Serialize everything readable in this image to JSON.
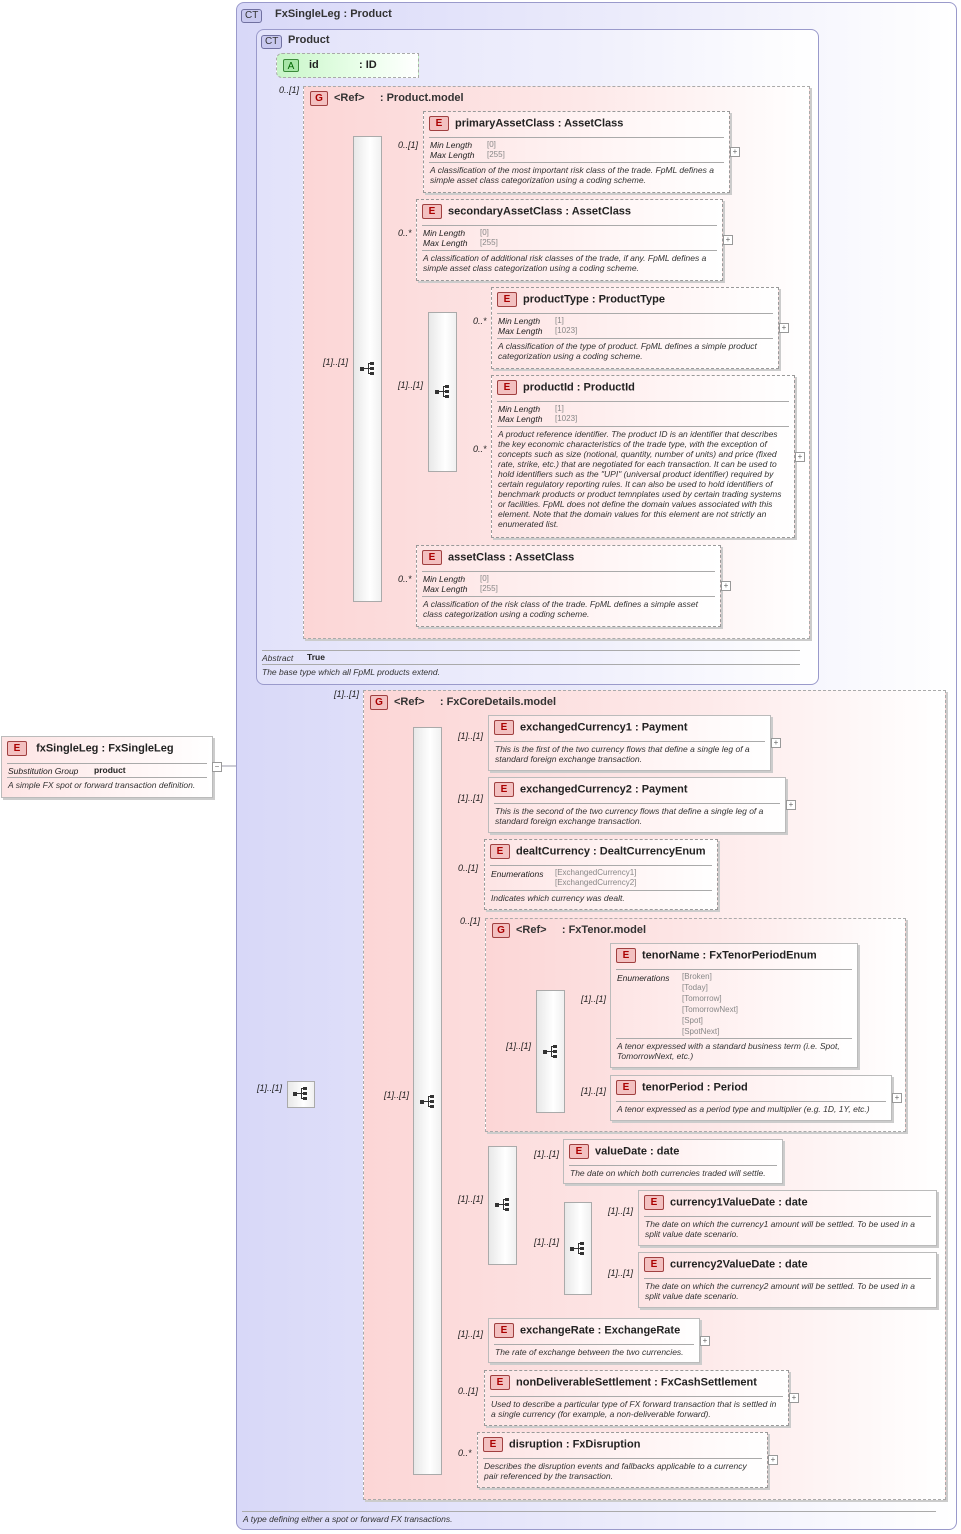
{
  "root_element": {
    "kind": "E",
    "name": "fxSingleLeg",
    "type": "FxSingleLeg",
    "subst_label": "Substitution Group",
    "subst_value": "product",
    "doc": "A simple FX spot or forward transaction definition."
  },
  "outer_type": {
    "kind": "CT",
    "name": "FxSingleLeg",
    "base": "Product",
    "doc": "A type defining either a spot or forward FX transactions."
  },
  "product_type": {
    "kind": "CT",
    "name": "Product",
    "abstract_label": "Abstract",
    "abstract_value": "True",
    "doc": "The base type which all FpML products extend.",
    "attr": {
      "kind": "A",
      "name": "id",
      "type": ": ID",
      "card": "0..[1]"
    },
    "group": {
      "kind": "G",
      "ref": "<Ref>",
      "name": ": Product.model",
      "seq_card": "[1]..[1]",
      "inner_seq_card": "[1]..[1]",
      "elements": {
        "primaryAssetClass": {
          "kind": "E",
          "name": "primaryAssetClass",
          "type": "AssetClass",
          "card": "0..[1]",
          "f1": "Min Length",
          "v1": "[0]",
          "f2": "Max Length",
          "v2": "[255]",
          "doc": "A classification of the most important risk class of the trade. FpML defines a simple asset class categorization using a coding scheme."
        },
        "secondaryAssetClass": {
          "kind": "E",
          "name": "secondaryAssetClass",
          "type": "AssetClass",
          "card": "0..*",
          "f1": "Min Length",
          "v1": "[0]",
          "f2": "Max Length",
          "v2": "[255]",
          "doc": "A classification of additional risk classes of the trade, if any. FpML defines a simple asset class categorization using a coding scheme."
        },
        "productType": {
          "kind": "E",
          "name": "productType",
          "type": "ProductType",
          "card": "0..*",
          "f1": "Min Length",
          "v1": "[1]",
          "f2": "Max Length",
          "v2": "[1023]",
          "doc": "A classification of the type of product. FpML defines a simple product categorization using a coding scheme."
        },
        "productId": {
          "kind": "E",
          "name": "productId",
          "type": "ProductId",
          "card": "0..*",
          "f1": "Min Length",
          "v1": "[1]",
          "f2": "Max Length",
          "v2": "[1023]",
          "doc": "A product reference identifier. The product ID is an identifier that describes the key economic characteristics of the trade type, with the exception of concepts such as size (notional, quantity, number of units) and price (fixed rate, strike, etc.) that are negotiated for each transaction. It can be used to hold identifiers such as the \"UPI\" (universal product identifier) required by certain regulatory reporting rules. It can also be used to hold identifiers of benchmark products or product temnplates used by certain trading systems or facilities. FpML does not define the domain values associated with this element. Note that the domain values for this element are not strictly an enumerated list."
        },
        "assetClass": {
          "kind": "E",
          "name": "assetClass",
          "type": "AssetClass",
          "card": "0..*",
          "f1": "Min Length",
          "v1": "[0]",
          "f2": "Max Length",
          "v2": "[255]",
          "doc": "A classification of the risk class of the trade. FpML defines a simple asset class categorization using a coding scheme."
        }
      }
    }
  },
  "fxcore": {
    "kind": "G",
    "ref": "<Ref>",
    "name": ": FxCoreDetails.model",
    "group_card": "[1]..[1]",
    "ext_seq_card": "[1]..[1]",
    "seq_card": "[1]..[1]",
    "exchangedCurrency1": {
      "kind": "E",
      "name": "exchangedCurrency1",
      "type": "Payment",
      "card": "[1]..[1]",
      "doc": "This is the first of the two currency flows that define a single leg of a standard foreign exchange transaction."
    },
    "exchangedCurrency2": {
      "kind": "E",
      "name": "exchangedCurrency2",
      "type": "Payment",
      "card": "[1]..[1]",
      "doc": "This is the second of the two currency flows that define a single leg of a standard foreign exchange transaction."
    },
    "dealtCurrency": {
      "kind": "E",
      "name": "dealtCurrency",
      "type": "DealtCurrencyEnum",
      "card": "0..[1]",
      "f1": "Enumerations",
      "enum": [
        "[ExchangedCurrency1]",
        "[ExchangedCurrency2]"
      ],
      "doc": "Indicates which currency was dealt."
    },
    "tenor": {
      "kind": "G",
      "ref": "<Ref>",
      "name": ": FxTenor.model",
      "card": "0..[1]",
      "choice_card": "[1]..[1]",
      "tenorName": {
        "kind": "E",
        "name": "tenorName",
        "type": "FxTenorPeriodEnum",
        "card": "[1]..[1]",
        "f1": "Enumerations",
        "enum": [
          "[Broken]",
          "[Today]",
          "[Tomorrow]",
          "[TomorrowNext]",
          "[Spot]",
          "[SpotNext]"
        ],
        "doc": "A tenor expressed with a standard business term (i.e. Spot, TomorrowNext, etc.)"
      },
      "tenorPeriod": {
        "kind": "E",
        "name": "tenorPeriod",
        "type": "Period",
        "card": "[1]..[1]",
        "doc": "A tenor expressed as a period type and multiplier (e.g. 1D, 1Y, etc.)"
      }
    },
    "valuedate_choice_card": "[1]..[1]",
    "valueDate": {
      "kind": "E",
      "name": "valueDate",
      "type": "date",
      "card": "[1]..[1]",
      "doc": "The date on which both currencies traded will settle."
    },
    "split_seq_card": "[1]..[1]",
    "currency1ValueDate": {
      "kind": "E",
      "name": "currency1ValueDate",
      "type": "date",
      "card": "[1]..[1]",
      "doc": "The date on which the currency1 amount will be settled. To be used in a split value date scenario."
    },
    "currency2ValueDate": {
      "kind": "E",
      "name": "currency2ValueDate",
      "type": "date",
      "card": "[1]..[1]",
      "doc": "The date on which the currency2 amount will be settled. To be used in a split value date scenario."
    },
    "exchangeRate": {
      "kind": "E",
      "name": "exchangeRate",
      "type": "ExchangeRate",
      "card": "[1]..[1]",
      "doc": "The rate of exchange between the two currencies."
    },
    "nonDeliverableSettlement": {
      "kind": "E",
      "name": "nonDeliverableSettlement",
      "type": "FxCashSettlement",
      "card": "0..[1]",
      "doc": "Used to describe a particular type of FX forward transaction that is settled in a single currency (for example, a non-deliverable forward)."
    },
    "disruption": {
      "kind": "E",
      "name": "disruption",
      "type": "FxDisruption",
      "card": "0..*",
      "doc": "Describes the disruption events and fallbacks applicable to a currency pair referenced by the transaction."
    }
  },
  "sep": ":",
  "plus_glyph": "+",
  "minus_glyph": "−"
}
